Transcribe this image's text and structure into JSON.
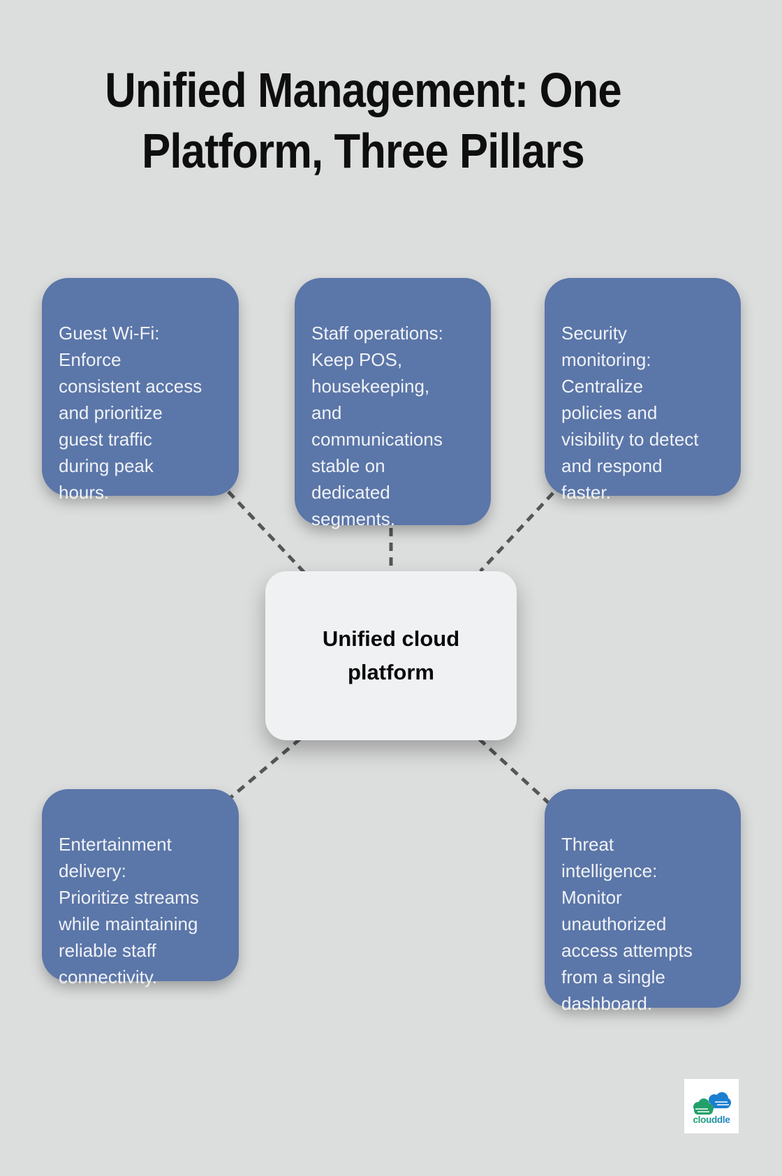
{
  "title": "Unified Management: One\nPlatform, Three Pillars",
  "center": {
    "label": "Unified cloud\nplatform"
  },
  "nodes": [
    {
      "id": "guest-wifi",
      "text": "Guest Wi-Fi:\nEnforce\nconsistent access\nand prioritize\nguest traffic\nduring peak\nhours."
    },
    {
      "id": "staff-operations",
      "text": "Staff operations:\nKeep POS,\nhousekeeping,\nand\ncommunications\nstable on\ndedicated\nsegments."
    },
    {
      "id": "security-monitoring",
      "text": "Security\nmonitoring:\nCentralize\npolicies and\nvisibility to detect\nand respond\nfaster."
    },
    {
      "id": "entertainment-delivery",
      "text": "Entertainment\ndelivery:\nPrioritize streams\nwhile maintaining\nreliable staff\nconnectivity."
    },
    {
      "id": "threat-intelligence",
      "text": "Threat\nintelligence:\nMonitor\nunauthorized\naccess attempts\nfrom a single\ndashboard."
    }
  ],
  "logo": {
    "brand": "clouddle"
  },
  "colors": {
    "background": "#dcdddd",
    "node_fill": "#5b76a8",
    "node_text": "#eff2f7",
    "center_fill": "#f0f1f3",
    "center_text": "#0a0a0a",
    "title_text": "#0e0e0e",
    "connector": "#565656",
    "logo_green": "#1ea65e",
    "logo_blue": "#1b7fd0"
  }
}
